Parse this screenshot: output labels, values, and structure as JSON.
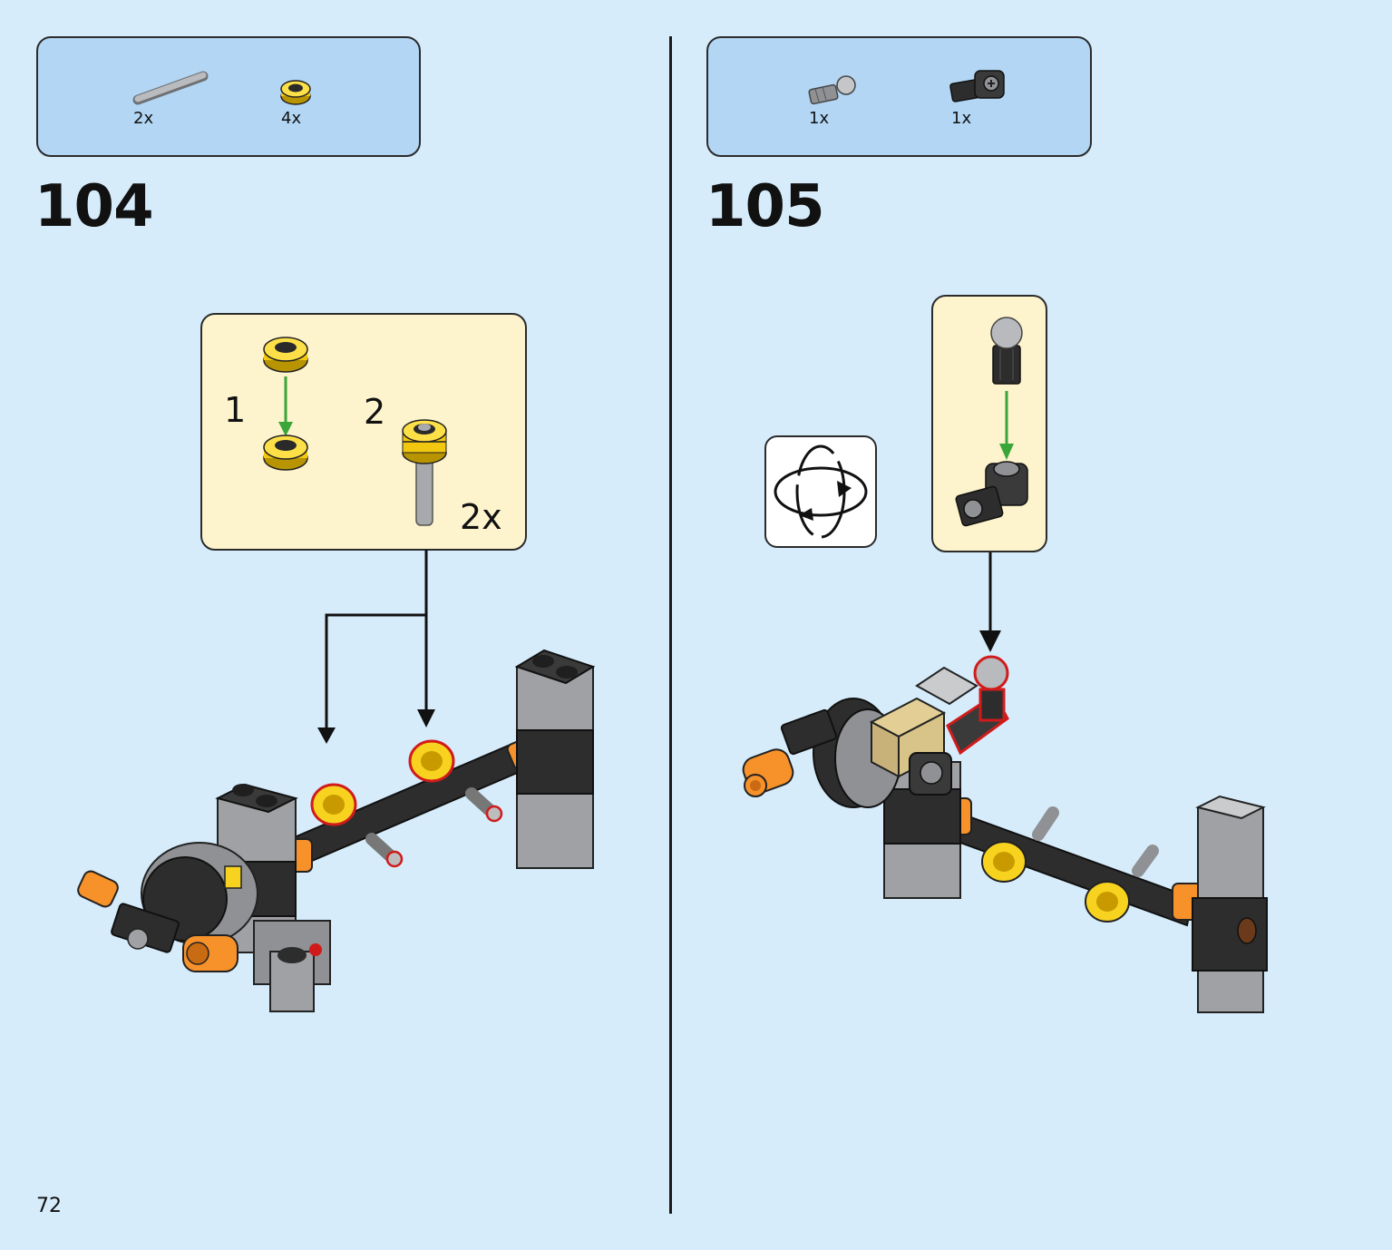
{
  "page": {
    "number": "72"
  },
  "steps": [
    {
      "number": "104",
      "parts": [
        {
          "icon": "grey-axle-icon",
          "qty": "2x"
        },
        {
          "icon": "yellow-round-plate-icon",
          "qty": "4x"
        }
      ],
      "subassembly": {
        "labels": [
          "1",
          "2"
        ],
        "multiplier": "2x"
      }
    },
    {
      "number": "105",
      "parts": [
        {
          "icon": "ball-joint-axle-icon",
          "qty": "1x"
        },
        {
          "icon": "black-technic-connector-icon",
          "qty": "1x"
        }
      ]
    }
  ],
  "colors": {
    "background": "#d6ecfb",
    "parts_box": "#b2d6f4",
    "subassembly_box": "#fdf3cc",
    "highlight": "#d11b1b",
    "arrow_green": "#3aa63a",
    "yellow": "#f7d31f",
    "orange": "#f7922a",
    "dark_grey": "#2d2d2d",
    "light_grey": "#a7a9ac"
  }
}
